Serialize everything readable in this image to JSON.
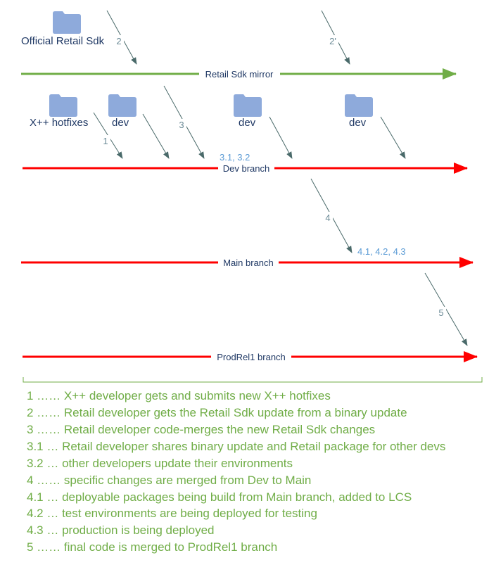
{
  "colors": {
    "branch": "#ff0000",
    "mirror": "#70ad47",
    "arrow": "#4a6a6a",
    "folder": "#8eaadb",
    "label_text": "#1f3864",
    "step_text": "#6b8a96",
    "sub_step_text": "#5b9bd5",
    "legend_text": "#70ad47"
  },
  "sources": {
    "official_sdk": "Official Retail Sdk",
    "hotfixes": "X++ hotfixes",
    "dev_1": "dev",
    "dev_2": "dev",
    "dev_3": "dev"
  },
  "branches": {
    "mirror": "Retail Sdk mirror",
    "dev": "Dev branch",
    "main": "Main branch",
    "prodrel": "ProdRel1 branch"
  },
  "steps": {
    "s1": "1",
    "s2": "2",
    "s2b": "2'",
    "s3": "3",
    "s31": "3.1, 3.2",
    "s4": "4",
    "s41": "4.1, 4.2, 4.3",
    "s5": "5"
  },
  "legend": [
    "1 …… X++ developer gets and submits new X++ hotfixes",
    "2 …… Retail developer gets the Retail Sdk update from a binary update",
    "3 …… Retail developer code-merges the new Retail Sdk changes",
    "3.1 … Retail developer shares binary update and Retail package for other devs",
    "3.2 … other developers update their environments",
    "4 …… specific changes are merged from Dev to Main",
    "4.1 … deployable packages being build from Main branch, added to LCS",
    "4.2 … test environments are being deployed for testing",
    "4.3 … production is being deployed",
    "5 …… final code is merged to ProdRel1 branch"
  ]
}
